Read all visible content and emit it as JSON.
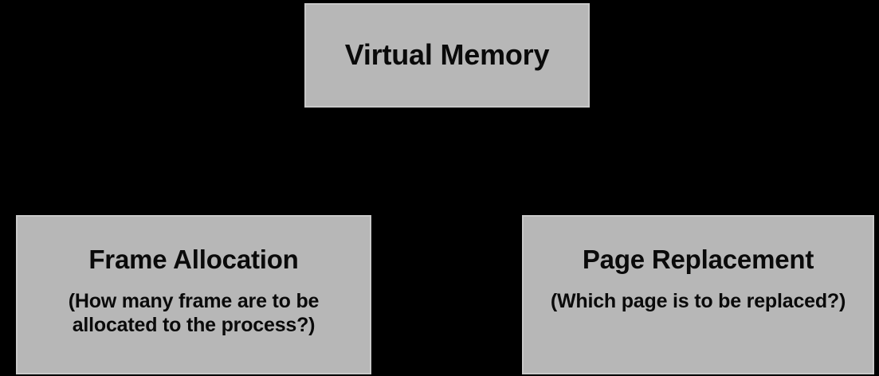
{
  "diagram": {
    "title": "Virtual Memory",
    "background_color": "#000000",
    "node_fill_color": "#b7b7b7",
    "node_border_color": "#c9c9c9",
    "node_text_color": "#0a0a0a",
    "nodes": [
      {
        "id": "root",
        "title": "Virtual Memory",
        "subtitle": ""
      },
      {
        "id": "frame-allocation",
        "title": "Frame Allocation",
        "subtitle": "(How many frame are to be allocated to the process?)"
      },
      {
        "id": "page-replacement",
        "title": "Page Replacement",
        "subtitle": "(Which page is to be replaced?)"
      }
    ]
  }
}
